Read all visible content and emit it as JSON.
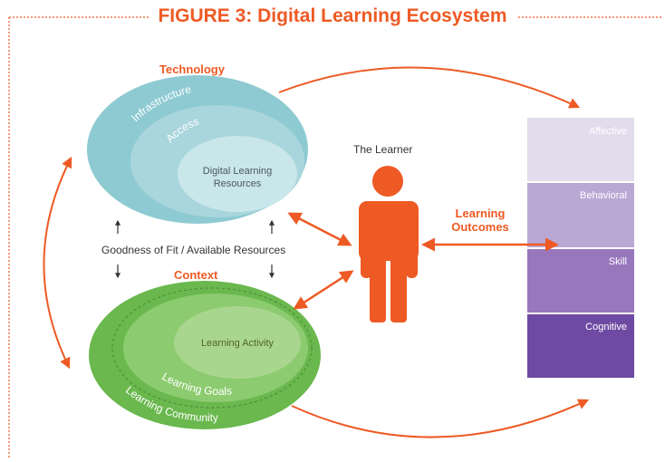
{
  "figure": {
    "title": "FIGURE 3: Digital Learning Ecosystem"
  },
  "technology": {
    "heading": "Technology",
    "rings": [
      "Infrastructure",
      "Access"
    ],
    "core_line1": "Digital Learning",
    "core_line2": "Resources"
  },
  "context": {
    "fit_label": "Goodness of Fit / Available Resources",
    "heading": "Context",
    "core": "Learning Activity",
    "rings": [
      "Learning Goals",
      "Learning Community"
    ]
  },
  "learner": {
    "label": "The Learner"
  },
  "outcomes": {
    "heading_line1": "Learning",
    "heading_line2": "Outcomes",
    "levels": [
      "Affective",
      "Behavioral",
      "Skill",
      "Cognitive"
    ]
  },
  "colors": {
    "accent_orange": "#ee5a24",
    "tech_outer": "#8ecad2",
    "tech_mid": "#a9d6dc",
    "tech_inner": "#c9e6ea",
    "context_outer": "#6ab84e",
    "context_mid": "#8ccb6f",
    "context_inner": "#a9d68e",
    "affective": "#e2dcec",
    "behavioral": "#b9a8d4",
    "skill": "#9877bd",
    "cognitive": "#6e4aa2"
  }
}
